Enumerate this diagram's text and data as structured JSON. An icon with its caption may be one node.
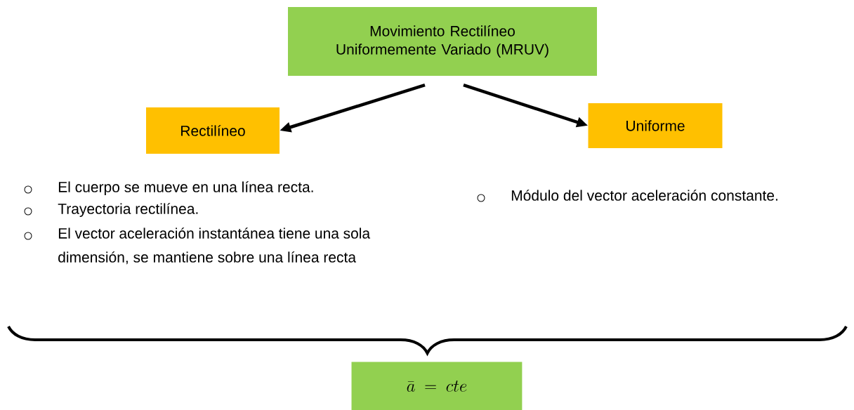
{
  "diagram": {
    "nodes": [
      {
        "text": [
          "Movimiento Rectilíneo Uniformemente Variado (MRUV)"
        ]
      },
      {
        "text": [
          "Rectilíneo"
        ]
      },
      {
        "text": [
          "Uniforme"
        ]
      },
      {
        "text": [
          "\\bar{a} = cte"
        ]
      }
    ],
    "edges": [
      {
        "from": 0,
        "to": 1,
        "arrow": "to"
      },
      {
        "from": 0,
        "to": 2,
        "arrow": "to"
      }
    ],
    "labels": [
      "El cuerpo se mueve en una línea recta.",
      "Trayectoria rectilínea.",
      "El vector aceleración instantánea tiene una sola dimensión, se mantiene sobre una línea recta",
      "Módulo del vector aceleración constante."
    ]
  }
}
